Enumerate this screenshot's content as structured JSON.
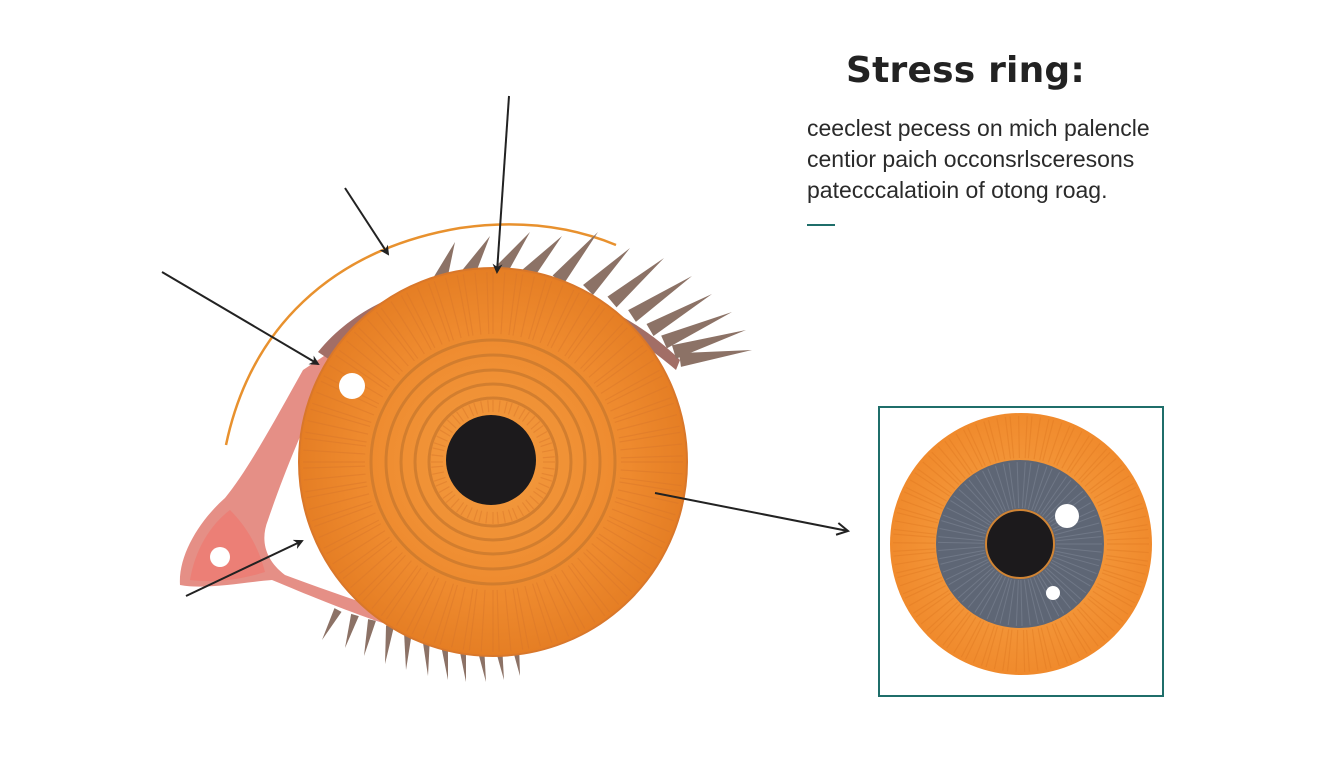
{
  "title": "Stress ring:",
  "description": [
    "ceeclest pecess on mich palencle",
    "centior paich occonsrlsceresons",
    "patecccalatioin of otong roag."
  ],
  "colors": {
    "iris_orange": "#EE8A2E",
    "iris_ring": "#C9782D",
    "pupil": "#1C1A1C",
    "eyelid_pink": "#E58F86",
    "lash_brown": "#8C7266",
    "orbit_arc": "#E8912E",
    "inset_frame": "#1F6E6A",
    "inset_gray": "#5E6675",
    "arrow": "#222222"
  },
  "icons": {
    "main": "eye-iris-icon",
    "inset": "iris-closeup-icon"
  }
}
